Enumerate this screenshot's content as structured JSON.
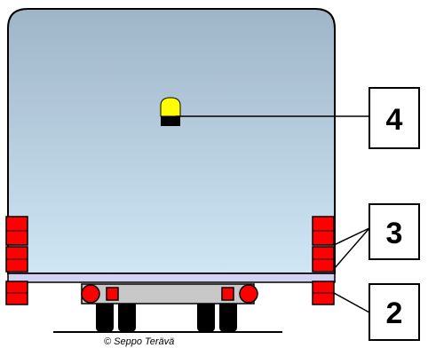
{
  "callouts": {
    "beacon": {
      "number": "4"
    },
    "tail_lights": {
      "number": "3"
    },
    "lower_lights": {
      "number": "2"
    }
  },
  "credit": "© Seppo Terävä",
  "colors": {
    "body_top": "#9fb5c8",
    "body_bottom": "#cfe6f5",
    "bumper": "#d2d2f2",
    "lamp_red": "#ff0000",
    "beacon_yellow": "#ffff00",
    "axle_gray": "#c8c8c8",
    "tire_black": "#000000"
  }
}
